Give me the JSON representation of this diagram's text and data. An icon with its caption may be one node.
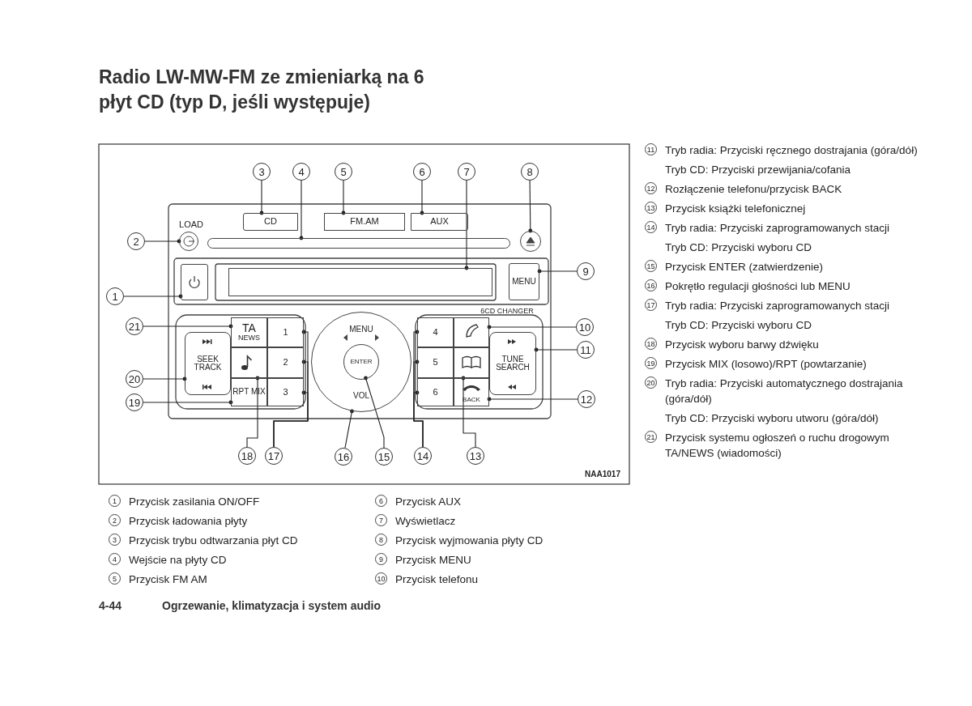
{
  "diagram": {
    "title": "Radio LW-MW-FM ze zmieniarką na 6 płyt CD (typ D, jeśli występuje)",
    "nodes": [
      {
        "text": [
          "1"
        ]
      },
      {
        "text": [
          "2"
        ]
      },
      {
        "text": [
          "3"
        ]
      },
      {
        "text": [
          "4"
        ]
      },
      {
        "text": [
          "5"
        ]
      },
      {
        "text": [
          "6"
        ]
      },
      {
        "text": [
          "7"
        ]
      },
      {
        "text": [
          "8"
        ]
      },
      {
        "text": [
          "9"
        ]
      },
      {
        "text": [
          "10"
        ]
      },
      {
        "text": [
          "11"
        ]
      },
      {
        "text": [
          "12"
        ]
      },
      {
        "text": [
          "13"
        ]
      },
      {
        "text": [
          "14"
        ]
      },
      {
        "text": [
          "15"
        ]
      },
      {
        "text": [
          "16"
        ]
      },
      {
        "text": [
          "17"
        ]
      },
      {
        "text": [
          "18"
        ]
      },
      {
        "text": [
          "19"
        ]
      },
      {
        "text": [
          "20"
        ]
      },
      {
        "text": [
          "21"
        ]
      },
      {
        "text": [],
        "shape": "circle",
        "beside": [
          "LOAD"
        ]
      },
      {
        "text": [
          "CD"
        ]
      },
      {
        "text": [],
        "shape": "bar"
      },
      {
        "text": [
          "FM.AM"
        ]
      },
      {
        "text": [
          "AUX"
        ]
      },
      {
        "text": [],
        "shape": "box"
      },
      {
        "text": [],
        "shape": "circle"
      },
      {
        "text": [
          "MENU"
        ]
      },
      {
        "text": [],
        "shape": "box"
      },
      {
        "text": [
          "TUNE SEARCH"
        ]
      },
      {
        "text": [
          "BACK"
        ]
      },
      {
        "text": [],
        "shape": "box"
      },
      {
        "text": [
          "4"
        ]
      },
      {
        "text": [
          "5"
        ]
      },
      {
        "text": [
          "6"
        ]
      },
      {
        "text": [
          "MENU",
          "VOL"
        ]
      },
      {
        "text": [
          "ENTER"
        ],
        "in": 36
      },
      {
        "text": [
          "1"
        ]
      },
      {
        "text": [
          "2"
        ]
      },
      {
        "text": [
          "3"
        ]
      },
      {
        "text": [],
        "shape": "box"
      },
      {
        "text": [
          "RPT MIX"
        ]
      },
      {
        "text": [
          "SEEK TRACK"
        ]
      },
      {
        "text": [
          "TA",
          "NEWS"
        ]
      },
      {
        "text": [],
        "shape": "box"
      }
    ],
    "edges": [
      {
        "from": 0,
        "to": 45,
        "arrow": "other"
      },
      {
        "from": 1,
        "to": 21,
        "arrow": "other"
      },
      {
        "from": 2,
        "to": 22,
        "arrow": "other"
      },
      {
        "from": 3,
        "to": 23,
        "arrow": "other"
      },
      {
        "from": 4,
        "to": 24,
        "arrow": "other"
      },
      {
        "from": 5,
        "to": 25,
        "arrow": "other"
      },
      {
        "from": 6,
        "to": 26,
        "arrow": "other"
      },
      {
        "from": 7,
        "to": 27,
        "arrow": "other"
      },
      {
        "from": 8,
        "to": 28,
        "arrow": "other"
      },
      {
        "from": 9,
        "to": 29,
        "arrow": "other"
      },
      {
        "from": 10,
        "to": 30,
        "arrow": "other"
      },
      {
        "from": 11,
        "to": 31,
        "arrow": "other"
      },
      {
        "from": 12,
        "to": 32,
        "arrow": "other"
      },
      {
        "from": 13,
        "to": 33,
        "arrow": "other"
      },
      {
        "from": 13,
        "to": 34,
        "arrow": "other"
      },
      {
        "from": 13,
        "to": 35,
        "arrow": "other"
      },
      {
        "from": 14,
        "to": 37,
        "arrow": "other"
      },
      {
        "from": 15,
        "to": 36,
        "arrow": "other"
      },
      {
        "from": 16,
        "to": 38,
        "arrow": "other"
      },
      {
        "from": 16,
        "to": 39,
        "arrow": "other"
      },
      {
        "from": 16,
        "to": 40,
        "arrow": "other"
      },
      {
        "from": 17,
        "to": 41,
        "arrow": "other"
      },
      {
        "from": 18,
        "to": 42,
        "arrow": "other"
      },
      {
        "from": 19,
        "to": 43,
        "arrow": "other"
      },
      {
        "from": 20,
        "to": 44,
        "arrow": "other"
      }
    ],
    "labels": [
      "6CD CHANGER",
      "NAA1017",
      "11",
      "Tryb radia: Przyciski ręcznego dostrajania (góra/dół)",
      "Tryb CD: Przyciski przewijania/cofania",
      "12",
      "Rozłączenie telefonu/przycisk BACK",
      "13",
      "Przycisk książki telefonicznej",
      "14",
      "Tryb radia: Przyciski zaprogramowanych stacji",
      "Tryb CD: Przyciski wyboru CD",
      "15",
      "Przycisk ENTER (zatwierdzenie)",
      "16",
      "Pokrętło regulacji głośności lub MENU",
      "17",
      "Tryb radia: Przyciski zaprogramowanych stacji",
      "Tryb CD: Przyciski wyboru CD",
      "18",
      "Przycisk wyboru barwy dźwięku",
      "19",
      "Przycisk MIX (losowo)/RPT (powtarzanie)",
      "20",
      "Tryb radia: Przyciski automatycznego dostrajania (góra/dół)",
      "Tryb CD: Przyciski wyboru utworu (góra/dół)",
      "21",
      "Przycisk systemu ogłoszeń o ruchu drogowym TA/NEWS (wiadomości)",
      "1",
      "Przycisk zasilania ON/OFF",
      "6",
      "Przycisk AUX",
      "2",
      "Przycisk ładowania płyty",
      "7",
      "Wyświetlacz",
      "3",
      "Przycisk trybu odtwarzania płyt CD",
      "8",
      "Przycisk wyjmowania płyty CD",
      "4",
      "Wejście na płyty CD",
      "9",
      "Przycisk MENU",
      "5",
      "Przycisk FM AM",
      "10",
      "Przycisk telefonu",
      "4-44",
      "Ogrzewanie, klimatyzacja i system audio"
    ]
  }
}
